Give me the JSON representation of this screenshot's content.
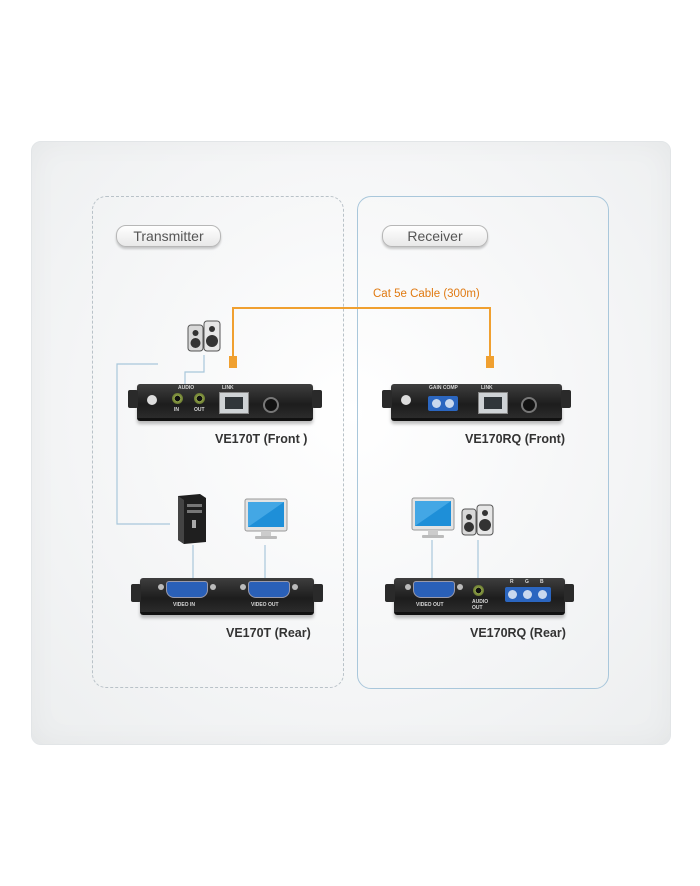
{
  "zones": {
    "transmitter": "Transmitter",
    "receiver": "Receiver"
  },
  "cable": "Cat 5e Cable (300m)",
  "devices": {
    "tx_front": "VE170T (Front )",
    "rx_front": "VE170RQ (Front)",
    "tx_rear": "VE170T (Rear)",
    "rx_rear": "VE170RQ (Rear)"
  },
  "ports": {
    "audio": "AUDIO",
    "in": "IN",
    "out": "OUT",
    "link": "LINK",
    "gain_comp": "GAIN COMP",
    "video_in": "VIDEO IN",
    "video_out": "VIDEO OUT",
    "audio_out": "AUDIO OUT",
    "rgb": [
      "R",
      "G",
      "B"
    ]
  },
  "colors": {
    "cable": "#f0a030",
    "wire": "#a9c7db",
    "device": "#222222",
    "port_blue": "#2a60b8"
  },
  "icons": [
    "speakers-icon",
    "computer-tower-icon",
    "monitor-icon"
  ]
}
